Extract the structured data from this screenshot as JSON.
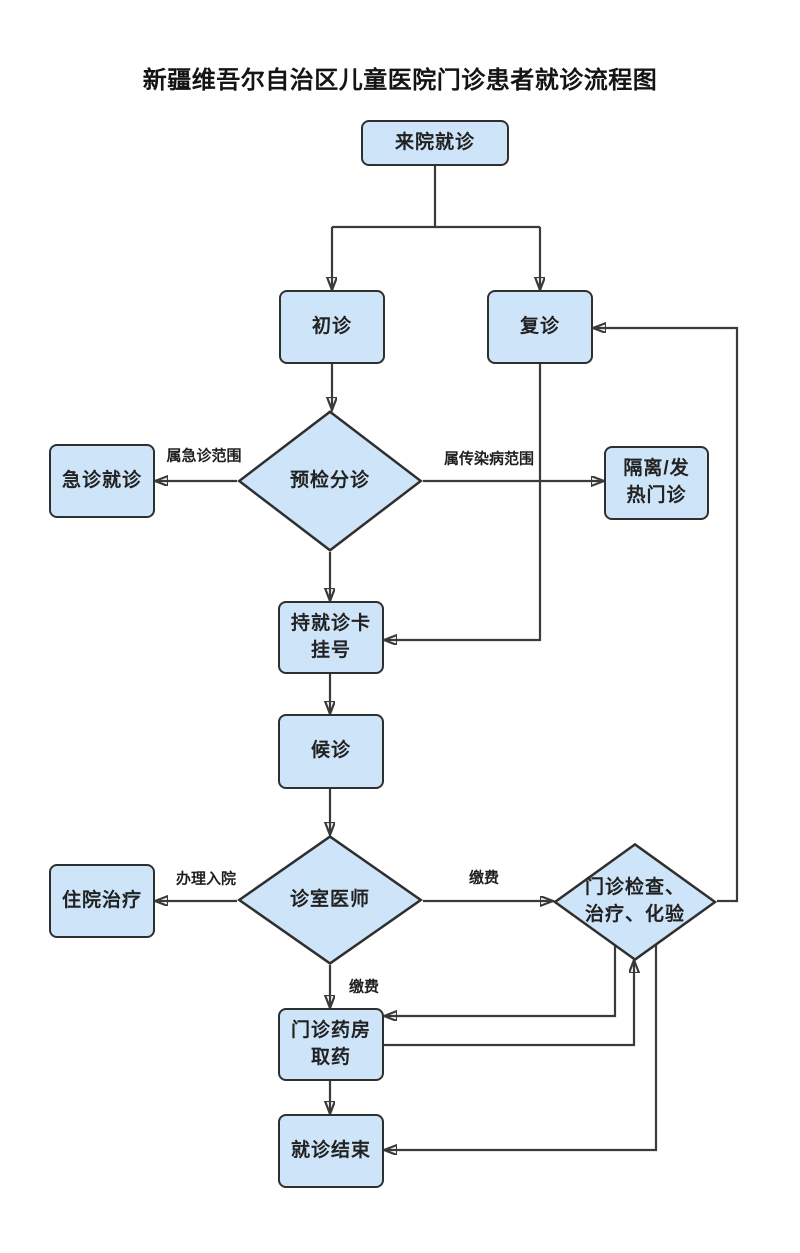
{
  "title": "新疆维吾尔自治区儿童医院门诊患者就诊流程图",
  "nodes": {
    "arrive": {
      "label": "来院就诊",
      "shape": "rect"
    },
    "first_visit": {
      "label": "初诊",
      "shape": "rect"
    },
    "return_visit": {
      "label": "复诊",
      "shape": "rect"
    },
    "triage": {
      "label": "预检分诊",
      "shape": "diamond"
    },
    "emergency": {
      "label": "急诊就诊",
      "shape": "rect"
    },
    "isolation_fever": {
      "label": "隔离/发\n热门诊",
      "shape": "rect"
    },
    "register": {
      "label": "持就诊卡\n挂号",
      "shape": "rect"
    },
    "waiting": {
      "label": "候诊",
      "shape": "rect"
    },
    "doctor": {
      "label": "诊室医师",
      "shape": "diamond"
    },
    "hospitalization": {
      "label": "住院治疗",
      "shape": "rect"
    },
    "exam": {
      "label": "门诊检查、\n治疗、化验",
      "shape": "diamond"
    },
    "pharmacy": {
      "label": "门诊药房\n取药",
      "shape": "rect"
    },
    "end": {
      "label": "就诊结束",
      "shape": "rect"
    }
  },
  "edge_labels": {
    "emergency_scope": "属急诊范围",
    "infectious_scope": "属传染病范围",
    "admission": "办理入院",
    "pay_exam": "缴费",
    "pay_pharmacy": "缴费"
  },
  "colors": {
    "node_fill": "#cde4f9",
    "node_border": "#2f2f2f",
    "connector": "#3a3a3a",
    "title_text": "#141414",
    "background": "#ffffff"
  }
}
